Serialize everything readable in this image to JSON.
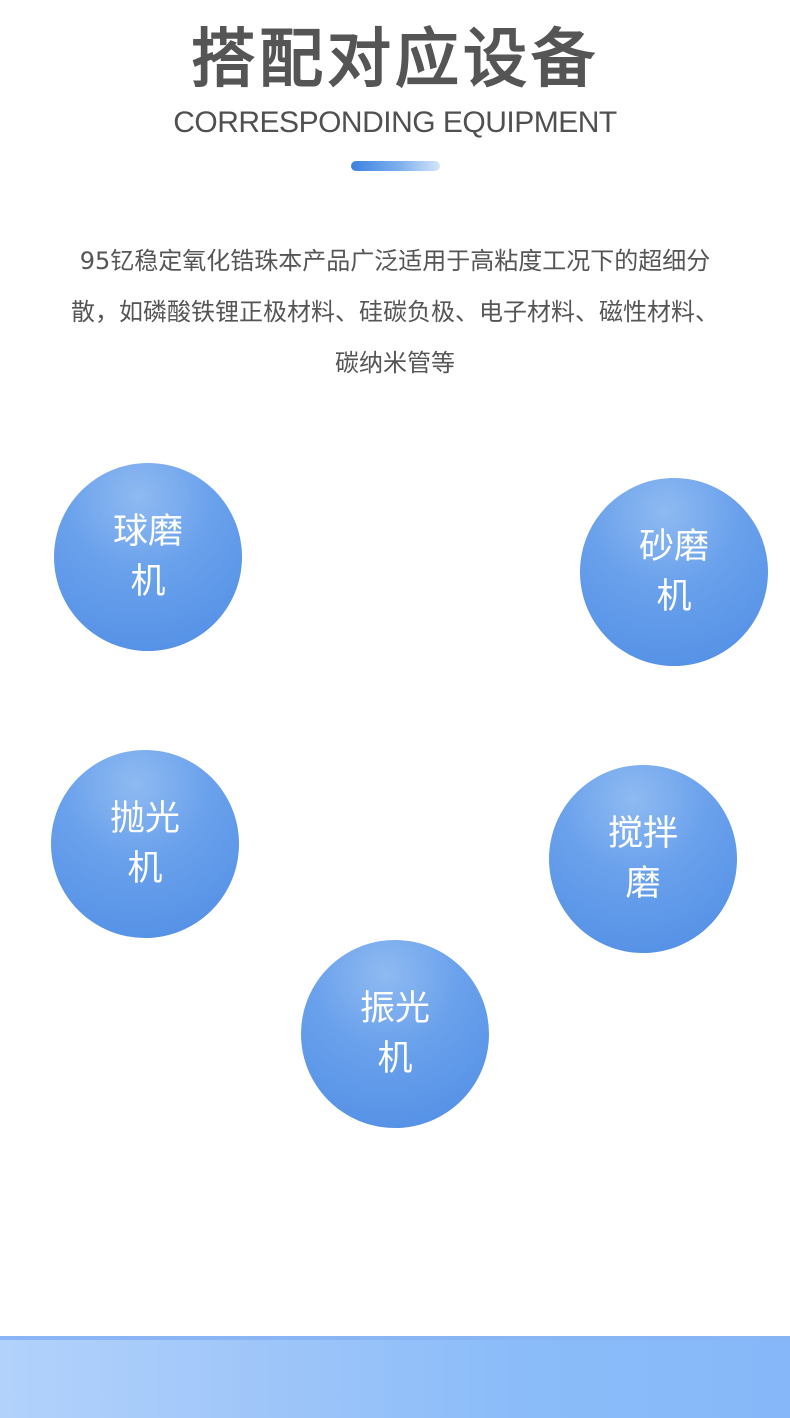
{
  "header": {
    "title": "搭配对应设备",
    "subtitle": "CORRESPONDING EQUIPMENT"
  },
  "description": "95钇稳定氧化锆珠本产品广泛适用于高粘度工况下的超细分散，如磷酸铁锂正极材料、硅碳负极、电子材料、磁性材料、碳纳米管等",
  "equipment": [
    {
      "label": "球磨机"
    },
    {
      "label": "砂磨机"
    },
    {
      "label": "抛光机"
    },
    {
      "label": "搅拌磨"
    },
    {
      "label": "振光机"
    }
  ],
  "colors": {
    "title_text": "#555555",
    "accent_blue": "#4e8ce4",
    "circle_light": "#8fbaf1",
    "band_blue": "#86b8f9"
  }
}
